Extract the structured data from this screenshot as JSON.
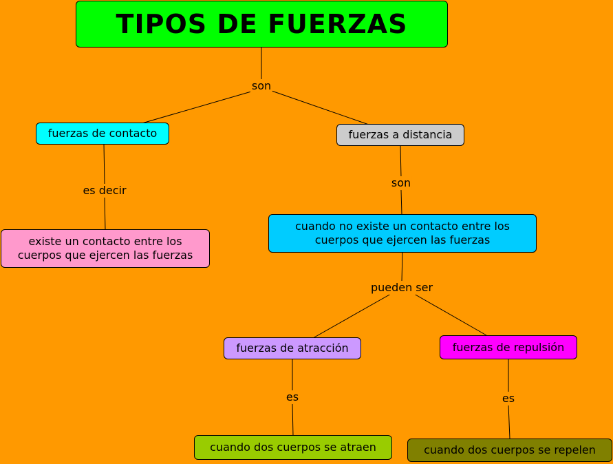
{
  "title": "TIPOS DE FUERZAS",
  "nodes": {
    "contacto": "fuerzas de contacto",
    "distancia": "fuerzas a distancia",
    "contacto_def": "existe un contacto entre los cuerpos que ejercen las fuerzas",
    "distancia_def": "cuando no existe un contacto entre los cuerpos que ejercen las fuerzas",
    "atraccion": "fuerzas de atracción",
    "repulsion": "fuerzas de repulsión",
    "atraccion_def": "cuando dos cuerpos se atraen",
    "repulsion_def": "cuando dos cuerpos se repelen"
  },
  "links": {
    "root_son": "son",
    "contacto_es_decir": "es decir",
    "distancia_son": "son",
    "pueden_ser": "pueden ser",
    "atraccion_es": "es",
    "repulsion_es": "es"
  },
  "colors": {
    "background": "#FF9900",
    "title": "#00FF00",
    "contacto": "#00FFFF",
    "distancia": "#CCCCCC",
    "contacto_def": "#FF99CC",
    "distancia_def": "#00CCFF",
    "atraccion": "#CC99FF",
    "repulsion": "#FF00FF",
    "atraccion_def": "#99CC00",
    "repulsion_def": "#808000"
  }
}
